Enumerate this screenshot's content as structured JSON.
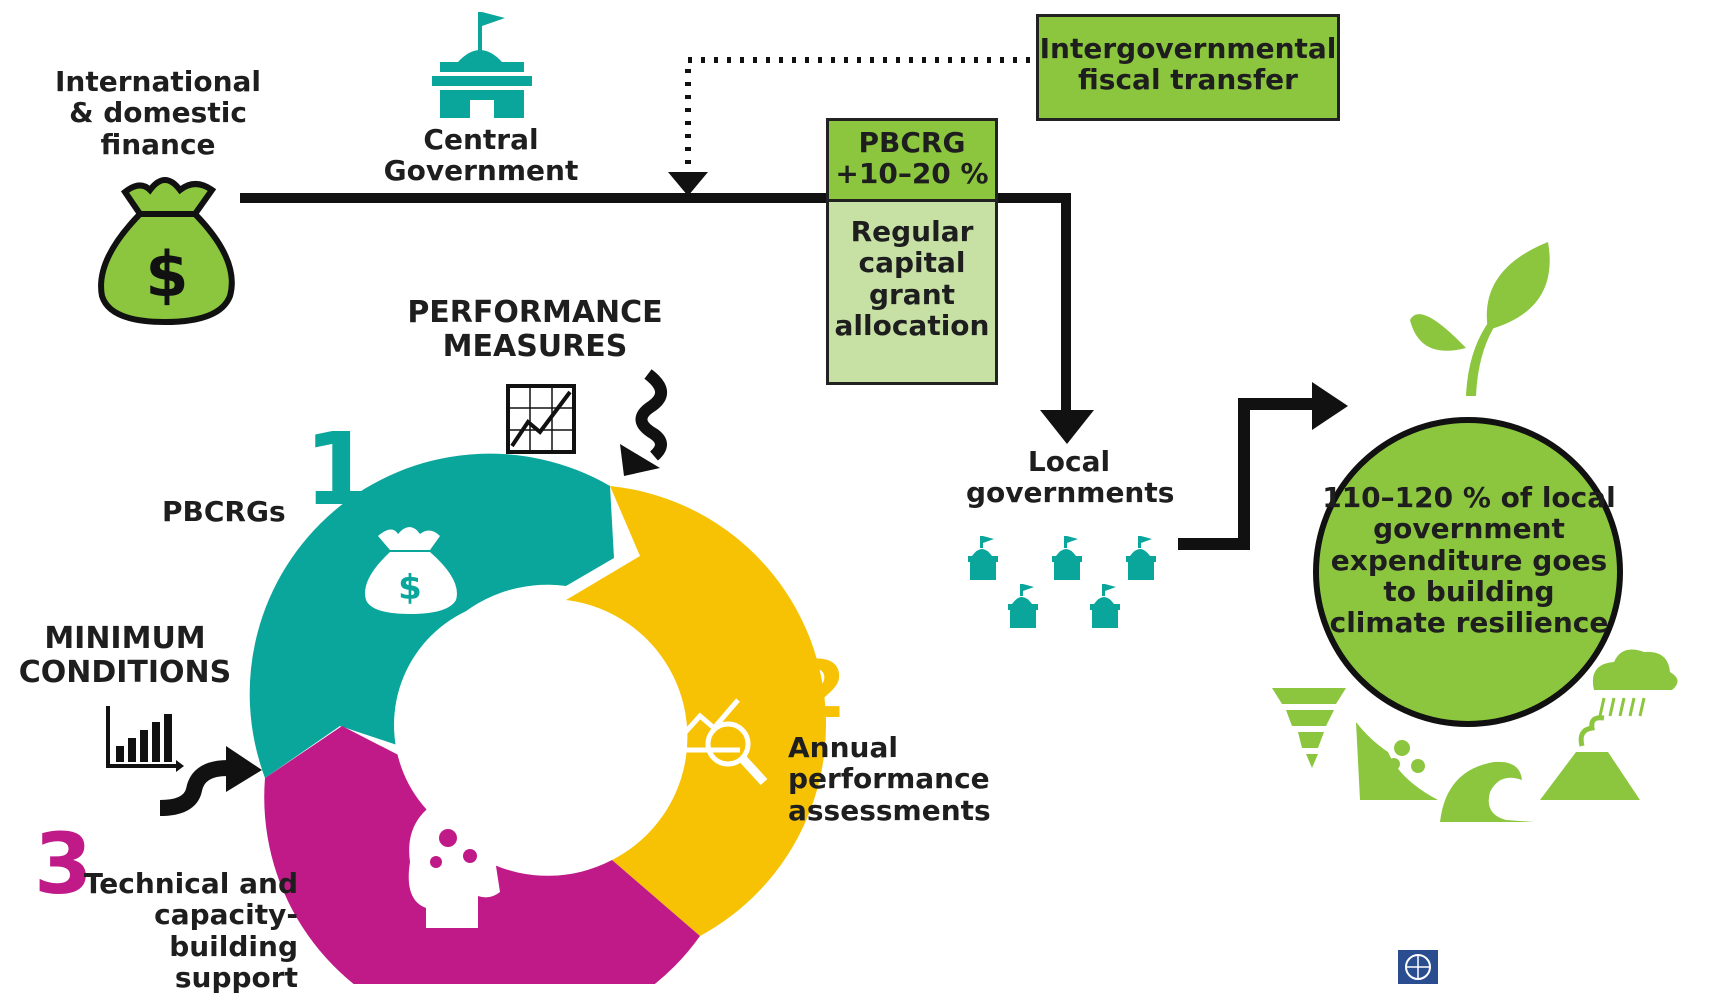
{
  "sources": {
    "finance_label": "International & domestic finance",
    "central_gov_label": "Central Government"
  },
  "transfer_box": {
    "label": "Intergovernmental fiscal transfer"
  },
  "pbcrg_box": {
    "line1": "PBCRG",
    "line2": "+10–20 %"
  },
  "regular_box": {
    "label": "Regular capital grant allocation"
  },
  "local_gov": {
    "label": "Local governments"
  },
  "outcome_circle": {
    "label": "110–120 % of local government expenditure goes to building climate resilience"
  },
  "cycle": {
    "performance_measures": "PERFORMANCE MEASURES",
    "minimum_conditions": "MINIMUM CONDITIONS",
    "steps": [
      {
        "number": "1",
        "label": "PBCRGs",
        "color": "#0aa69c"
      },
      {
        "number": "2",
        "label": "Annual performance assessments",
        "color": "#f7c204"
      },
      {
        "number": "3",
        "label": "Technical and capacity-building support",
        "color": "#c01a88"
      }
    ]
  },
  "colors": {
    "green_box": "#8cc63f",
    "light_green_box": "#c7e1a5",
    "teal": "#0aa69c",
    "yellow": "#f7c204",
    "magenta": "#c01a88",
    "leaf_green": "#8cc63f",
    "line": "#111111"
  },
  "icons": [
    "money-bag-icon",
    "government-building-icon",
    "chart-trend-icon",
    "bar-chart-icon",
    "magnifier-chart-icon",
    "head-gears-icon",
    "sprout-icon",
    "tornado-icon",
    "landslide-icon",
    "wave-icon",
    "volcano-icon",
    "rain-cloud-icon",
    "un-emblem-icon"
  ]
}
